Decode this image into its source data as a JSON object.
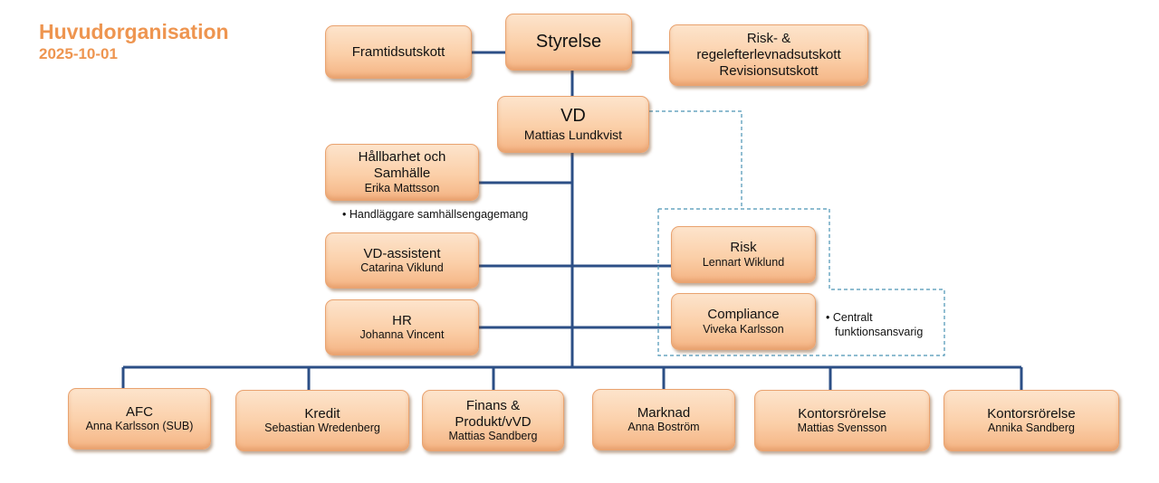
{
  "header": {
    "title": "Huvudorganisation",
    "date": "2025-10-01"
  },
  "board": {
    "styrelse": "Styrelse",
    "left_committee": "Framtidsutskott",
    "right_committee_lines": [
      "Risk- &",
      "regelefterlevnadsutskott",
      "Revisionsutskott"
    ]
  },
  "ceo": {
    "title": "VD",
    "name": "Mattias Lundkvist"
  },
  "staff": [
    {
      "title_lines": [
        "Hållbarhet och",
        "Samhälle"
      ],
      "name": "Erika Mattsson",
      "note": "Handläggare samhällsengagemang"
    },
    {
      "title_lines": [
        "VD-assistent"
      ],
      "name": "Catarina Viklund"
    },
    {
      "title_lines": [
        "HR"
      ],
      "name": "Johanna Vincent"
    }
  ],
  "control": [
    {
      "title": "Risk",
      "name": "Lennart Wiklund"
    },
    {
      "title": "Compliance",
      "name": "Viveka Karlsson",
      "note_lines": [
        "Centralt",
        "funktionsansvarig"
      ]
    }
  ],
  "departments": [
    {
      "title_lines": [
        "AFC"
      ],
      "name": "Anna Karlsson (SUB)"
    },
    {
      "title_lines": [
        "Kredit"
      ],
      "name": "Sebastian Wredenberg"
    },
    {
      "title_lines": [
        "Finans &",
        "Produkt/vVD"
      ],
      "name": "Mattias Sandberg"
    },
    {
      "title_lines": [
        "Marknad"
      ],
      "name": "Anna Boström"
    },
    {
      "title_lines": [
        "Kontorsrörelse"
      ],
      "name": "Mattias Svensson"
    },
    {
      "title_lines": [
        "Kontorsrörelse"
      ],
      "name": "Annika Sandberg"
    }
  ],
  "colors": {
    "accent": "#ee9550",
    "line": "#2c4f86",
    "dashed": "#4a93b5"
  }
}
